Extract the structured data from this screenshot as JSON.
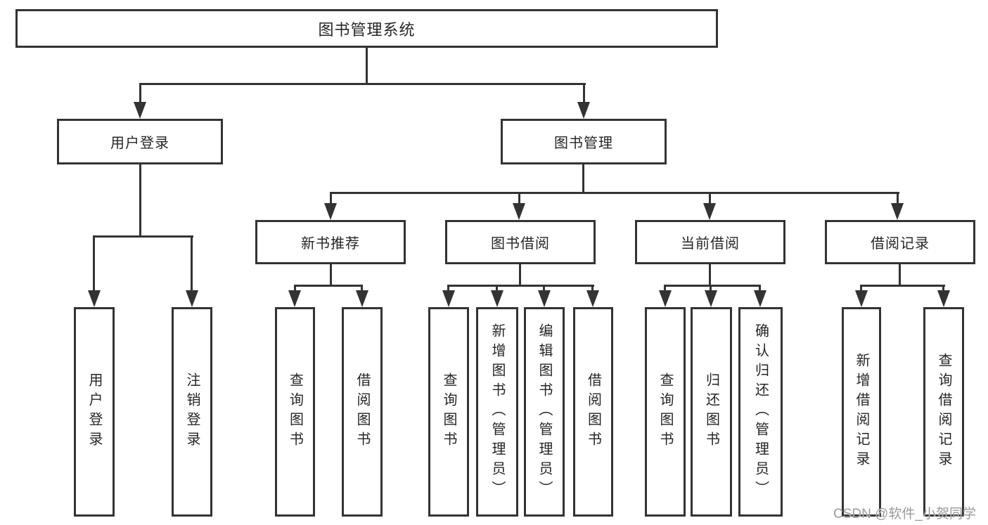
{
  "diagram": {
    "root": "图书管理系统",
    "level2": {
      "user_login": "用户登录",
      "book_management": "图书管理"
    },
    "level3": {
      "new_book_recommend": "新书推荐",
      "book_borrow": "图书借阅",
      "current_borrow": "当前借阅",
      "borrow_record": "借阅记录"
    },
    "leaves": {
      "user_login": [
        "用户登录",
        "注销登录"
      ],
      "new_book_recommend": [
        "查询图书",
        "借阅图书"
      ],
      "book_borrow": [
        "查询图书",
        "新增图书（管理员）",
        "编辑图书（管理员）",
        "借阅图书"
      ],
      "current_borrow": [
        "查询图书",
        "归还图书",
        "确认归还（管理员）"
      ],
      "borrow_record": [
        "新增借阅记录",
        "查询借阅记录"
      ]
    }
  },
  "watermark": "CSDN @软件_小贺同学",
  "colors": {
    "line": "#333333",
    "text": "#262626",
    "background": "#ffffff",
    "watermark": "#9a9a9a"
  }
}
